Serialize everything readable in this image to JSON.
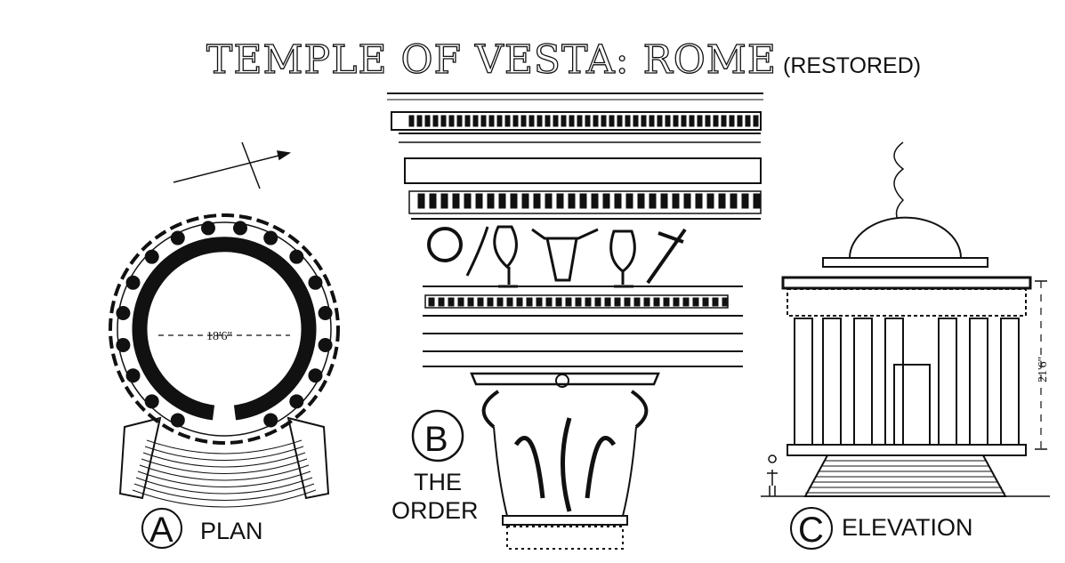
{
  "title": "TEMPLE OF VESTA: ROME",
  "subtitle": "(RESTORED)",
  "plan": {
    "letter": "A",
    "label": "PLAN",
    "dimension": "18'6\""
  },
  "order": {
    "letter": "B",
    "label_line1": "THE",
    "label_line2": "ORDER"
  },
  "elevation": {
    "letter": "C",
    "label": "ELEVATION",
    "dimension": "21'6\""
  },
  "colors": {
    "ink": "#111111",
    "paper": "#ffffff"
  }
}
